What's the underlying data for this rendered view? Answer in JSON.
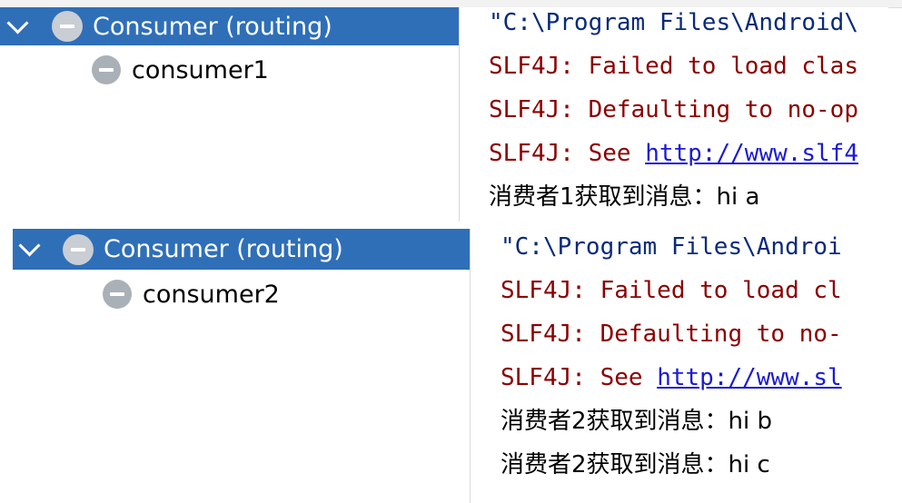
{
  "panels": [
    {
      "tree": {
        "parent_label": "Consumer (routing)",
        "child_label": "consumer1"
      },
      "console": {
        "cmd_line": "\"C:\\Program Files\\Android\\",
        "err_line_1": "SLF4J: Failed to load clas",
        "err_line_2": "SLF4J: Defaulting to no-op",
        "see_prefix": "SLF4J: See ",
        "see_link": "http://www.slf4",
        "out_lines": [
          "消费者1获取到消息：hi a"
        ]
      }
    },
    {
      "tree": {
        "parent_label": "Consumer (routing)",
        "child_label": "consumer2"
      },
      "console": {
        "cmd_line": "\"C:\\Program Files\\Androi",
        "err_line_1": "SLF4J: Failed to load cl",
        "err_line_2": "SLF4J: Defaulting to no-",
        "see_prefix": "SLF4J: See ",
        "see_link": "http://www.sl",
        "out_lines": [
          "消费者2获取到消息：hi b",
          "消费者2获取到消息：hi c"
        ]
      }
    }
  ],
  "colors": {
    "selection": "#2f6fb8",
    "command_text": "#0a2a7a",
    "error_text": "#8b0000",
    "link_text": "#1a1ad6",
    "stop_icon": "#b5bcc4"
  },
  "icons": [
    "chevron-down-icon",
    "stop-icon"
  ]
}
